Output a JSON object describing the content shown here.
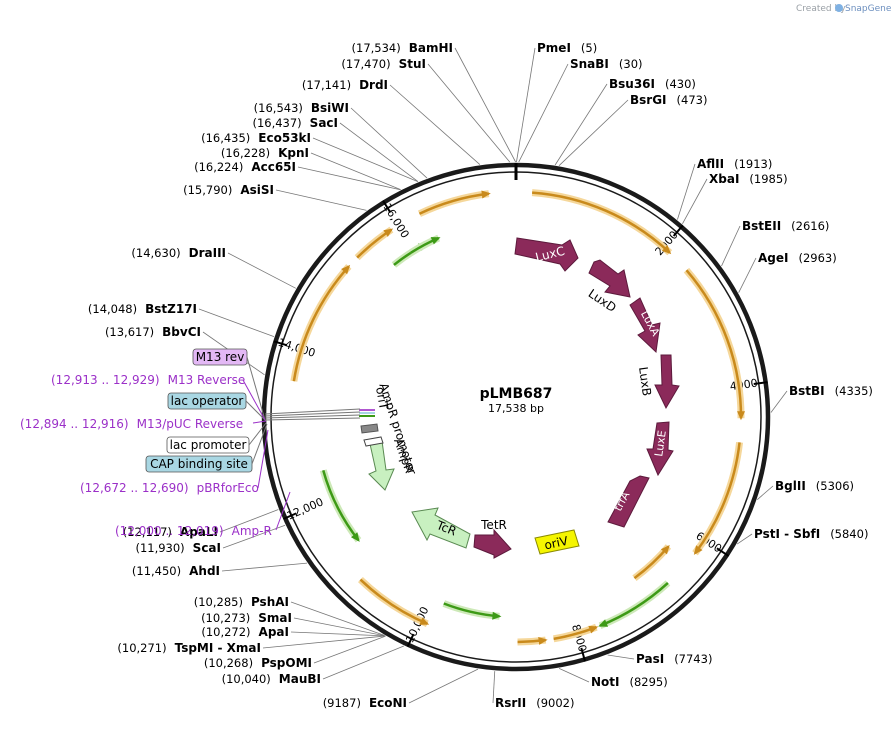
{
  "credit": {
    "created_by": "Created by",
    "brand": "SnapGene"
  },
  "plasmid": {
    "name": "pLMB687",
    "length_label": "17,538 bp",
    "length": 17538
  },
  "ticks": [
    {
      "label": "2000",
      "bp": 2000
    },
    {
      "label": "4000",
      "bp": 4000
    },
    {
      "label": "6000",
      "bp": 6000
    },
    {
      "label": "8000",
      "bp": 8000
    },
    {
      "label": "10,000",
      "bp": 10000
    },
    {
      "label": "12,000",
      "bp": 12000
    },
    {
      "label": "14,000",
      "bp": 14000
    },
    {
      "label": "16,000",
      "bp": 16000
    }
  ],
  "sites_left": [
    {
      "pos": "(17,534)",
      "name": "BamHI",
      "bp": 17534
    },
    {
      "pos": "(17,470)",
      "name": "StuI",
      "bp": 17470
    },
    {
      "pos": "(17,141)",
      "name": "DrdI",
      "bp": 17141
    },
    {
      "pos": "(16,543)",
      "name": "BsiWI",
      "bp": 16543
    },
    {
      "pos": "(16,437)",
      "name": "SacI",
      "bp": 16437
    },
    {
      "pos": "(16,435)",
      "name": "Eco53kI",
      "bp": 16435
    },
    {
      "pos": "(16,228)",
      "name": "KpnI",
      "bp": 16228
    },
    {
      "pos": "(16,224)",
      "name": "Acc65I",
      "bp": 16224
    },
    {
      "pos": "(15,790)",
      "name": "AsiSI",
      "bp": 15790
    },
    {
      "pos": "(14,630)",
      "name": "DraIII",
      "bp": 14630
    },
    {
      "pos": "(14,048)",
      "name": "BstZ17I",
      "bp": 14048
    },
    {
      "pos": "(13,617)",
      "name": "BbvCI",
      "bp": 13617
    },
    {
      "pos": "(12,117)",
      "name": "ApaLI",
      "bp": 12117
    },
    {
      "pos": "(11,930)",
      "name": "ScaI",
      "bp": 11930
    },
    {
      "pos": "(11,450)",
      "name": "AhdI",
      "bp": 11450
    },
    {
      "pos": "(10,285)",
      "name": "PshAI",
      "bp": 10285
    },
    {
      "pos": "(10,273)",
      "name": "SmaI",
      "bp": 10273
    },
    {
      "pos": "(10,272)",
      "name": "ApaI",
      "bp": 10272
    },
    {
      "pos": "(10,271)",
      "name": "TspMI - XmaI",
      "bp": 10271
    },
    {
      "pos": "(10,268)",
      "name": "PspOMI",
      "bp": 10268
    },
    {
      "pos": "(10,040)",
      "name": "MauBI",
      "bp": 10040
    },
    {
      "pos": "(9187)",
      "name": "EcoNI",
      "bp": 9187
    }
  ],
  "sites_right": [
    {
      "name": "PmeI",
      "pos": "(5)",
      "bp": 5
    },
    {
      "name": "SnaBI",
      "pos": "(30)",
      "bp": 30
    },
    {
      "name": "Bsu36I",
      "pos": "(430)",
      "bp": 430
    },
    {
      "name": "BsrGI",
      "pos": "(473)",
      "bp": 473
    },
    {
      "name": "AflII",
      "pos": "(1913)",
      "bp": 1913
    },
    {
      "name": "XbaI",
      "pos": "(1985)",
      "bp": 1985
    },
    {
      "name": "BstEII",
      "pos": "(2616)",
      "bp": 2616
    },
    {
      "name": "AgeI",
      "pos": "(2963)",
      "bp": 2963
    },
    {
      "name": "BstBI",
      "pos": "(4335)",
      "bp": 4335
    },
    {
      "name": "BglII",
      "pos": "(5306)",
      "bp": 5306
    },
    {
      "name": "PstI - SbfI",
      "pos": "(5840)",
      "bp": 5840
    },
    {
      "name": "PasI",
      "pos": "(7743)",
      "bp": 7743
    },
    {
      "name": "NotI",
      "pos": "(8295)",
      "bp": 8295
    },
    {
      "name": "RsrII",
      "pos": "(9002)",
      "bp": 9002
    }
  ],
  "boxed_features": [
    {
      "name": "M13 rev",
      "kind": "primer-box"
    },
    {
      "name": "lac operator",
      "kind": "protein-bind"
    },
    {
      "name": "lac promoter",
      "kind": "promoter-box"
    },
    {
      "name": "CAP binding site",
      "kind": "protein-bind"
    }
  ],
  "primers": [
    {
      "pos": "(12,913 .. 12,929)",
      "name": "M13 Reverse"
    },
    {
      "pos": "(12,894 .. 12,916)",
      "name": "M13/pUC Reverse"
    },
    {
      "pos": "(12,672 .. 12,690)",
      "name": "pBRforEco"
    },
    {
      "pos": "(12,000 .. 12,019)",
      "name": "Amp-R"
    }
  ],
  "features": [
    {
      "name": "LuxC",
      "kind": "cds"
    },
    {
      "name": "LuxD",
      "kind": "cds"
    },
    {
      "name": "LuxA",
      "kind": "cds"
    },
    {
      "name": "LuxB",
      "kind": "cds"
    },
    {
      "name": "LuxE",
      "kind": "cds"
    },
    {
      "name": "trfA",
      "kind": "cds"
    },
    {
      "name": "oriV",
      "kind": "origin"
    },
    {
      "name": "TetR",
      "kind": "cds"
    },
    {
      "name": "TcR",
      "kind": "marker"
    },
    {
      "name": "AmpR",
      "kind": "marker"
    },
    {
      "name": "AmpR promoter",
      "kind": "promoter"
    },
    {
      "name": "oriT",
      "kind": "origin"
    }
  ],
  "colors": {
    "backbone": "#1a1a1a",
    "orange_arrow": "#c98a1c",
    "orange_glow": "#f5d79a",
    "green_arrow": "#3d9a16",
    "green_glow": "#cde9b8",
    "cds": "#8b2a5a",
    "marker": "#c8f0c0",
    "origin": "#f5f500",
    "protein_bind": "#a9d7e3",
    "primer_box": "#e3b8f5",
    "purple": "#9b30c8"
  }
}
